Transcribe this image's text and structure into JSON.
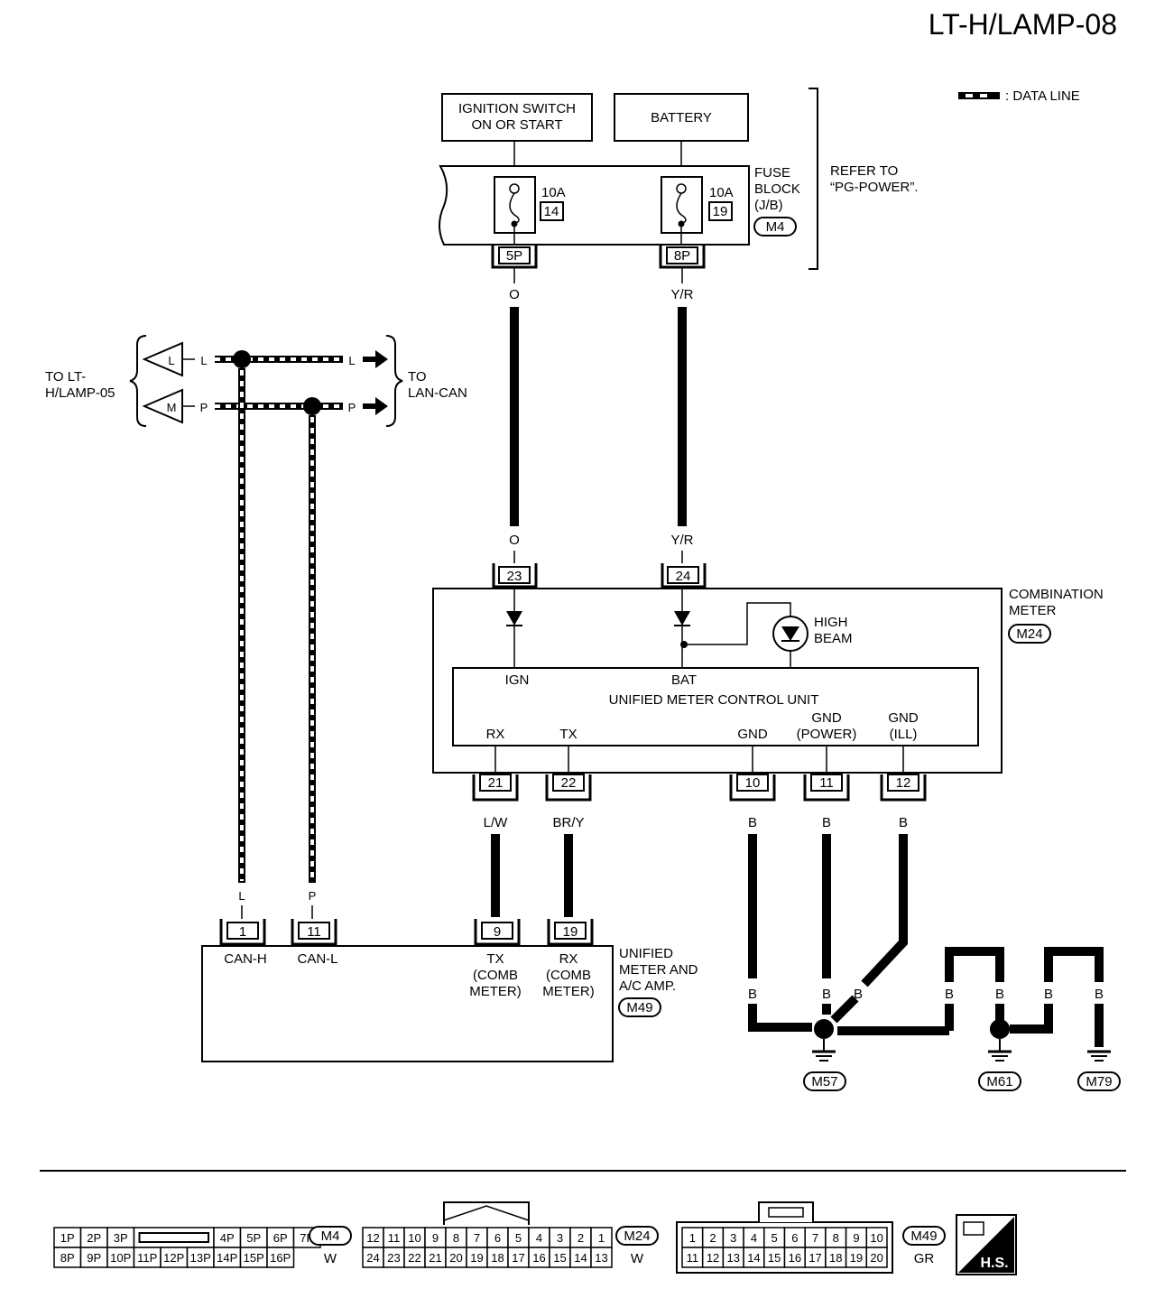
{
  "title": "LT-H/LAMP-08",
  "legend": {
    "data_line": ": DATA LINE"
  },
  "sources": {
    "ignition": [
      "IGNITION SWITCH",
      "ON OR START"
    ],
    "battery": "BATTERY"
  },
  "fuse_block": {
    "label": [
      "FUSE",
      "BLOCK",
      "(J/B)"
    ],
    "connector": "M4",
    "refer": [
      "REFER TO",
      "“PG-POWER”."
    ],
    "fuses": [
      {
        "amp": "10A",
        "num": "14",
        "pin": "5P",
        "color": "O"
      },
      {
        "amp": "10A",
        "num": "19",
        "pin": "8P",
        "color": "Y/R"
      }
    ]
  },
  "left_refs": {
    "to_lamp05": [
      "TO LT-",
      "H/LAMP-05"
    ],
    "to_lancan": [
      "TO",
      "LAN-CAN"
    ],
    "can_h": {
      "arrow": "L",
      "wire": "L"
    },
    "can_l": {
      "arrow": "M",
      "wire": "P"
    }
  },
  "combination_meter": {
    "label": [
      "COMBINATION",
      "METER"
    ],
    "connector": "M24",
    "high_beam": [
      "HIGH",
      "BEAM"
    ],
    "control_unit": "UNIFIED METER CONTROL UNIT",
    "pins_top": [
      {
        "num": "23",
        "color": "O",
        "name": "IGN"
      },
      {
        "num": "24",
        "color": "Y/R",
        "name": "BAT"
      }
    ],
    "pins_bottom": [
      {
        "num": "21",
        "name": [
          "RX"
        ],
        "color": "L/W"
      },
      {
        "num": "22",
        "name": [
          "TX"
        ],
        "color": "BR/Y"
      },
      {
        "num": "10",
        "name": [
          "GND"
        ],
        "color": "B"
      },
      {
        "num": "11",
        "name": [
          "GND",
          "(POWER)"
        ],
        "color": "B"
      },
      {
        "num": "12",
        "name": [
          "GND",
          "(ILL)"
        ],
        "color": "B"
      }
    ]
  },
  "unified_amp": {
    "label": [
      "UNIFIED",
      "METER AND",
      "A/C AMP."
    ],
    "connector": "M49",
    "pins": [
      {
        "num": "1",
        "name": [
          "CAN-H"
        ],
        "color": "L"
      },
      {
        "num": "11",
        "name": [
          "CAN-L"
        ],
        "color": "P"
      },
      {
        "num": "9",
        "name": [
          "TX",
          "(COMB",
          "METER)"
        ]
      },
      {
        "num": "19",
        "name": [
          "RX",
          "(COMB",
          "METER)"
        ]
      }
    ]
  },
  "grounds": {
    "wire_color": "B",
    "points": [
      "M57",
      "M61",
      "M79"
    ]
  },
  "connectors_footer": [
    {
      "id": "M4",
      "color": "W",
      "row1": [
        "1P",
        "2P",
        "3P",
        "",
        "4P",
        "5P",
        "6P",
        "7P"
      ],
      "row2": [
        "8P",
        "9P",
        "10P",
        "11P",
        "12P",
        "13P",
        "14P",
        "15P",
        "16P"
      ]
    },
    {
      "id": "M24",
      "color": "W",
      "row1": [
        "12",
        "11",
        "10",
        "9",
        "8",
        "7",
        "6",
        "5",
        "4",
        "3",
        "2",
        "1"
      ],
      "row2": [
        "24",
        "23",
        "22",
        "21",
        "20",
        "19",
        "18",
        "17",
        "16",
        "15",
        "14",
        "13"
      ]
    },
    {
      "id": "M49",
      "color": "GR",
      "row1": [
        "1",
        "2",
        "3",
        "4",
        "5",
        "6",
        "7",
        "8",
        "9",
        "10"
      ],
      "row2": [
        "11",
        "12",
        "13",
        "14",
        "15",
        "16",
        "17",
        "18",
        "19",
        "20"
      ]
    }
  ],
  "hs_badge": "H.S."
}
